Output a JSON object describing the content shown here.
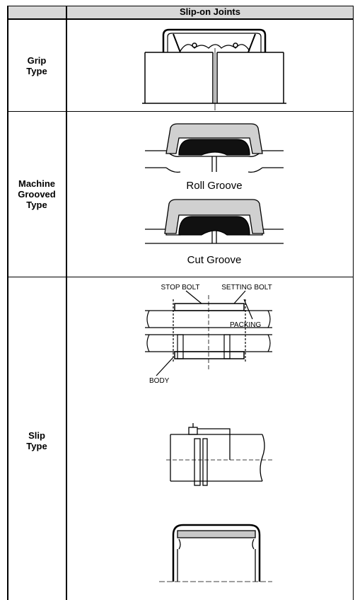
{
  "table": {
    "title": "Slip-on Joints",
    "rows": [
      {
        "label_lines": [
          "Grip",
          "Type"
        ]
      },
      {
        "label_lines": [
          "Machine",
          "Grooved",
          "Type"
        ],
        "captions": [
          "Roll Groove",
          "Cut Groove"
        ]
      },
      {
        "label_lines": [
          "Slip",
          "Type"
        ],
        "callouts": [
          "STOP BOLT",
          "SETTING BOLT",
          "PACKING",
          "BODY"
        ]
      }
    ]
  }
}
